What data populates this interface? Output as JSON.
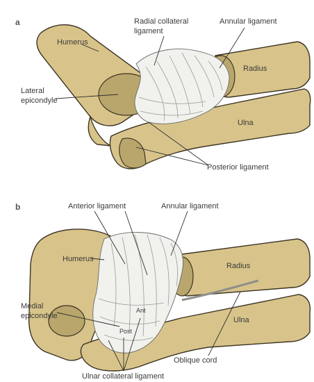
{
  "panels": {
    "a": {
      "letter": "a",
      "labels": {
        "humerus": "Humerus",
        "radial_collateral_line1": "Radial collateral",
        "radial_collateral_line2": "ligament",
        "annular_ligament": "Annular ligament",
        "radius": "Radius",
        "lateral_epicondyle_line1": "Lateral",
        "lateral_epicondyle_line2": "epicondyle",
        "ulna": "Ulna",
        "posterior_ligament": "Posterior ligament"
      }
    },
    "b": {
      "letter": "b",
      "labels": {
        "anterior_ligament": "Anterior ligament",
        "annular_ligament": "Annular ligament",
        "humerus": "Humerus",
        "radius": "Radius",
        "medial_epicondyle_line1": "Medial",
        "medial_epicondyle_line2": "epicondyle",
        "ant": "Ant",
        "post": "Post",
        "ulna": "Ulna",
        "oblique_cord": "Oblique cord",
        "ulnar_collateral_ligament": "Ulnar collateral ligament"
      }
    }
  },
  "colors": {
    "bone": "#d8c48a",
    "bone_shadow": "#b9a66c",
    "ligament": "#f1f1ee",
    "outline": "#3c3424",
    "text": "#3a3a3a"
  }
}
